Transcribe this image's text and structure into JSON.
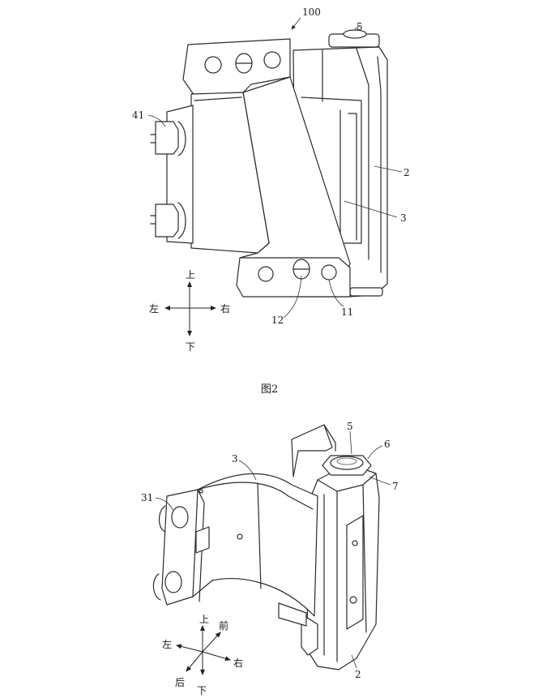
{
  "figure2": {
    "caption": "图2",
    "ref_main": "100",
    "labels": {
      "l5": "5",
      "l41": "41",
      "l2": "2",
      "l3": "3",
      "l12": "12",
      "l11": "11"
    },
    "directions": {
      "up": "上",
      "down": "下",
      "left": "左",
      "right": "右"
    }
  },
  "figure3": {
    "labels": {
      "l5": "5",
      "l6": "6",
      "l7": "7",
      "l3": "3",
      "l31": "31",
      "l2": "2"
    },
    "directions": {
      "up": "上",
      "down": "下",
      "left": "左",
      "right": "右",
      "front": "前",
      "back": "后"
    }
  }
}
